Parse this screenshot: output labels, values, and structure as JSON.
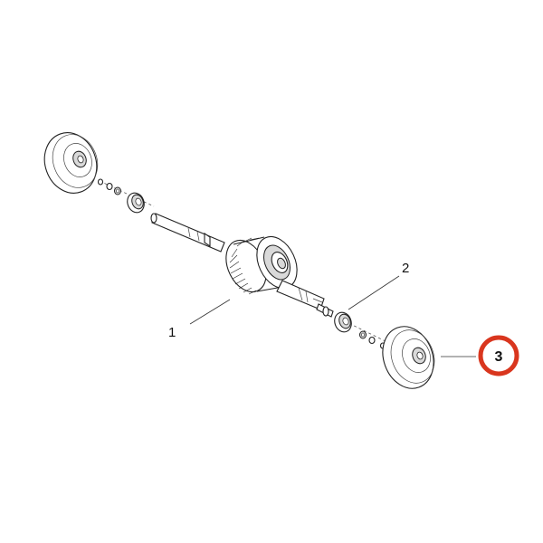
{
  "labels": {
    "part_1": "1",
    "part_2": "2",
    "part_3": "3"
  },
  "highlight": {
    "selected_part": "3",
    "ring_color": "#d9361e"
  }
}
